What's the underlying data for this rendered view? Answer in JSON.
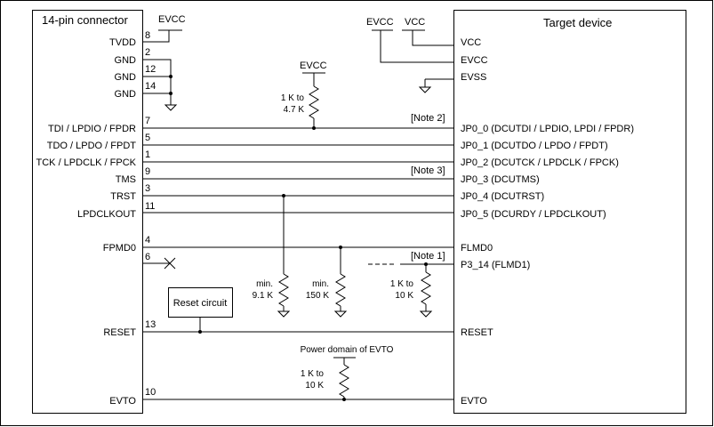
{
  "connector": {
    "title": "14-pin connector",
    "signals": [
      {
        "label": "TVDD",
        "pin": "8"
      },
      {
        "label": "GND",
        "pin": "2"
      },
      {
        "label": "GND",
        "pin": "12"
      },
      {
        "label": "GND",
        "pin": "14"
      },
      {
        "label": "TDI / LPDIO / FPDR",
        "pin": "7"
      },
      {
        "label": "TDO / LPDO / FPDT",
        "pin": "5"
      },
      {
        "label": "TCK / LPDCLK / FPCK",
        "pin": "1"
      },
      {
        "label": "TMS",
        "pin": "9"
      },
      {
        "label": "TRST",
        "pin": "3"
      },
      {
        "label": "LPDCLKOUT",
        "pin": "11"
      },
      {
        "label": "FPMD0",
        "pin": "4"
      },
      {
        "label": "",
        "pin": "6"
      },
      {
        "label": "RESET",
        "pin": "13"
      },
      {
        "label": "EVTO",
        "pin": "10"
      }
    ]
  },
  "target": {
    "title": "Target device",
    "pins": [
      "VCC",
      "EVCC",
      "EVSS",
      "JP0_0 (DCUTDI / LPDIO, LPDI / FPDR)",
      "JP0_1 (DCUTDO / LPDO / FPDT)",
      "JP0_2 (DCUTCK / LPDCLK / FPCK)",
      "JP0_3 (DCUTMS)",
      "JP0_4 (DCUTRST)",
      "JP0_5 (DCURDY / LPDCLKOUT)",
      "FLMD0",
      "P3_14 (FLMD1)",
      "RESET",
      "EVTO"
    ]
  },
  "power": {
    "evcc": "EVCC",
    "vcc": "VCC"
  },
  "notes": {
    "note1": "[Note 1]",
    "note2": "[Note 2]",
    "note3": "[Note 3]"
  },
  "resistors": {
    "r1": [
      "1 K to",
      "4.7 K"
    ],
    "r2": [
      "min.",
      "9.1 K"
    ],
    "r3": [
      "min.",
      "150 K"
    ],
    "r4": [
      "1 K to",
      "10 K"
    ],
    "r5": [
      "1 K to",
      "10 K"
    ]
  },
  "reset_circuit": "Reset circuit",
  "evto_domain": "Power domain of  EVTO"
}
